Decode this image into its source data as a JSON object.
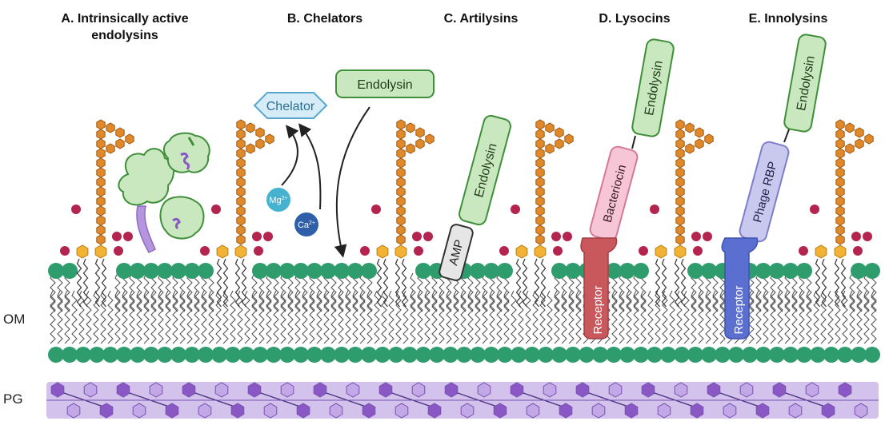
{
  "panels": {
    "a": {
      "title_line1": "A. Intrinsically active",
      "title_line2": "endolysins"
    },
    "b": {
      "title": "B. Chelators"
    },
    "c": {
      "title": "C. Artilysins"
    },
    "d": {
      "title": "D. Lysocins"
    },
    "e": {
      "title": "E. Innolysins"
    }
  },
  "labels": {
    "om": "OM",
    "pg": "PG",
    "chelator": "Chelator",
    "endolysin": "Endolysin",
    "mg": "Mg",
    "mg_sup": "2+",
    "ca": "Ca",
    "ca_sup": "2+",
    "amp": "AMP",
    "bacteriocin": "Bacteriocin",
    "phage_rbp": "Phage RBP",
    "receptor": "Receptor",
    "phosphate": "P"
  },
  "colors": {
    "endolysin_fill": "#c9e8bf",
    "endolysin_stroke": "#3f8f3a",
    "chelator_fill": "#d6ecf7",
    "chelator_stroke": "#5aa7cf",
    "mg": "#45b3cf",
    "ca": "#2e5fa8",
    "amp_fill": "#e6e6e6",
    "bacteriocin_fill": "#f6c6d6",
    "bacteriocin_stroke": "#d57998",
    "phage_rbp_fill": "#c9c9ef",
    "phage_rbp_stroke": "#7d7dc9",
    "receptor_red": "#c9585c",
    "receptor_blue": "#5b6fd1",
    "lipid_head": "#2f9c6d",
    "lps_sugar": "#e0892a",
    "lipid_a_head": "#f2b233",
    "phosphate": "#b3244f",
    "pg_band": "#d3c3ec",
    "pg_dark": "#8a58c4",
    "pg_light": "#c2a8e6"
  }
}
